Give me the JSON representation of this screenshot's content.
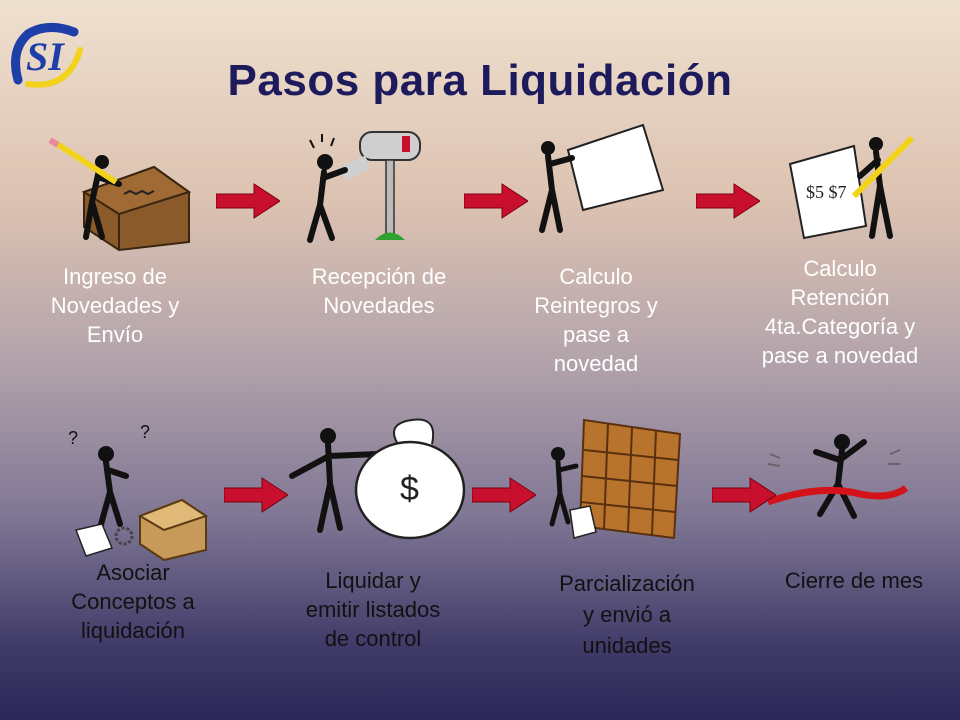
{
  "title": "Pasos para Liquidación",
  "logo": {
    "text": "SI"
  },
  "steps": [
    {
      "label_lines": [
        "Ingreso de",
        "Novedades y",
        "Envío"
      ]
    },
    {
      "label_lines": [
        "Recepción de",
        "Novedades"
      ]
    },
    {
      "label_lines": [
        "Calculo",
        "Reintegros y",
        "pase a",
        "novedad"
      ]
    },
    {
      "label_lines": [
        "Calculo",
        "Retención",
        "4ta.Categoría y",
        "pase a novedad"
      ]
    },
    {
      "label_lines": [
        "Asociar",
        "Conceptos a",
        "liquidación"
      ]
    },
    {
      "label_lines": [
        "Liquidar y",
        "emitir listados",
        "de control"
      ]
    },
    {
      "label_lines": [
        "Parcialización",
        "y envió a",
        "unidades"
      ]
    },
    {
      "label_lines": [
        "Cierre de mes"
      ]
    }
  ],
  "illustration_text": {
    "dollar": "$",
    "board": "$5 $7"
  },
  "colors": {
    "title": "#1d1b5c",
    "arrow": "#c8102e",
    "box": "#8b5a2b"
  }
}
